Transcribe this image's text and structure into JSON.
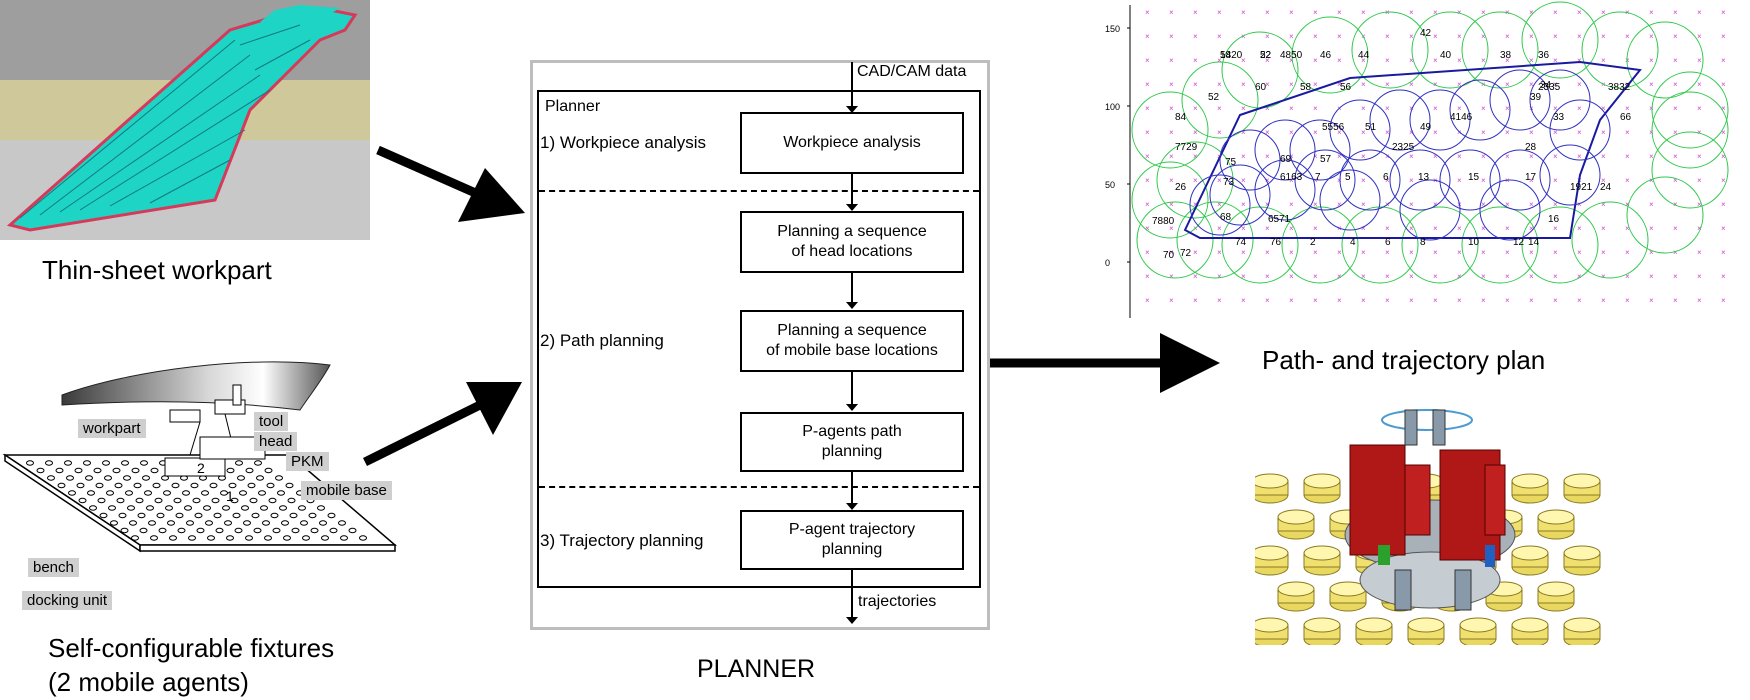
{
  "captions": {
    "thin_sheet": "Thin-sheet workpart",
    "fixtures_line1": "Self-configurable fixtures",
    "fixtures_line2": "(2 mobile agents)",
    "planner": "PLANNER",
    "path_plan": "Path- and trajectory plan"
  },
  "planner": {
    "input": "CAD/CAM data",
    "title": "Planner",
    "output": "trajectories",
    "stages": [
      {
        "label": "1) Workpiece analysis"
      },
      {
        "label": "2) Path planning"
      },
      {
        "label": "3) Trajectory planning"
      }
    ],
    "boxes": [
      {
        "text": "Workpiece analysis"
      },
      {
        "line1": "Planning a sequence",
        "line2": "of head locations"
      },
      {
        "line1": "Planning a sequence",
        "line2": "of mobile base locations"
      },
      {
        "line1": "P-agents path",
        "line2": "planning"
      },
      {
        "line1": "P-agent trajectory",
        "line2": "planning"
      }
    ]
  },
  "fixture_labels": {
    "workpart": "workpart",
    "tool": "tool",
    "head": "head",
    "pkm": "PKM",
    "mobile_base": "mobile base",
    "bench": "bench",
    "docking_unit": "docking unit",
    "agent1": "1",
    "agent2": "2"
  },
  "plot": {
    "yticks": [
      "150",
      "100",
      "50",
      "0"
    ],
    "labels": [
      "54",
      "52",
      "4850",
      "46",
      "44",
      "42",
      "40",
      "38",
      "36",
      "52",
      "60",
      "58",
      "56",
      "84",
      "5556",
      "51",
      "49",
      "4146",
      "39",
      "2335",
      "33",
      "34",
      "3832",
      "66",
      "7729",
      "69",
      "57",
      "2325",
      "28",
      "75",
      "73",
      "6163",
      "7",
      "5",
      "6",
      "13",
      "15",
      "17",
      "1921",
      "24",
      "26",
      "68",
      "6571",
      "7880",
      "70",
      "72",
      "74",
      "76",
      "2",
      "4",
      "6",
      "8",
      "10",
      "12",
      "14",
      "16",
      "1820",
      "22"
    ],
    "colors": {
      "circle_green": "#2ec84a",
      "path_blue": "#1a1aa0",
      "grid_magenta": "#d040d0",
      "circle_blue": "#3030c0"
    }
  }
}
